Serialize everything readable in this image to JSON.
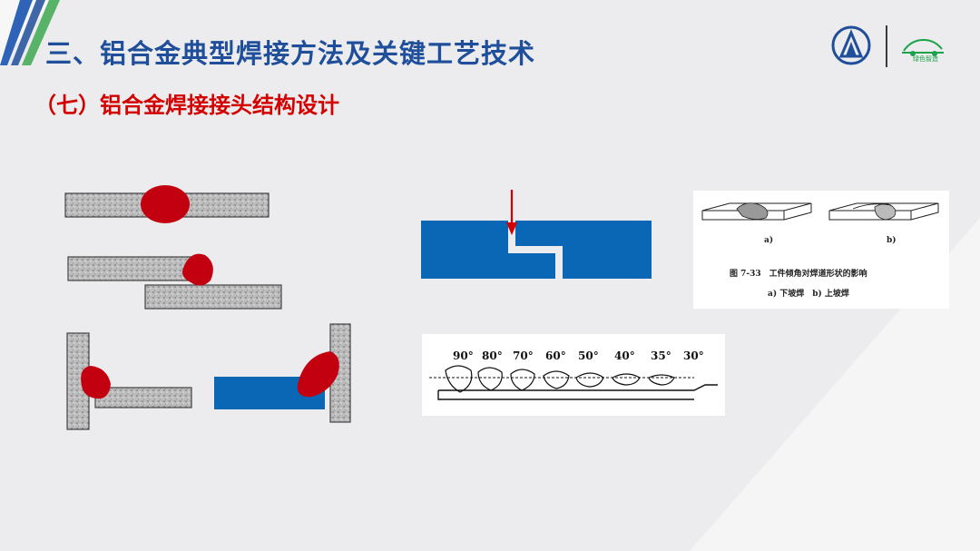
{
  "header": {
    "title": "三、铝合金典型焊接方法及关键工艺技术",
    "subtitle": "（七）铝合金焊接接头结构设计"
  },
  "logos": {
    "brand_b_text": "绿色智造"
  },
  "figure_7_33": {
    "label_a": "a)",
    "label_b": "b)",
    "caption_line1": "图 7-33　工件倾角对焊道形状的影响",
    "caption_line2": "a) 下坡焊　b) 上坡焊"
  },
  "angle_figure": {
    "angles": [
      "90°",
      "80°",
      "70°",
      "60°",
      "50°",
      "40°",
      "35°",
      "30°"
    ]
  },
  "colors": {
    "title": "#1f4e9a",
    "subtitle": "#d40000",
    "weld": "#c30010",
    "plate_blue": "#0a67b5",
    "plate_speckle": "#b9b9b9"
  }
}
